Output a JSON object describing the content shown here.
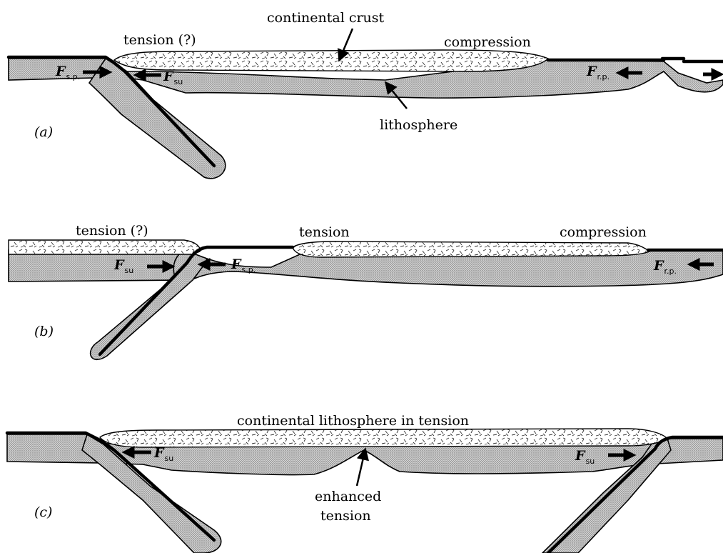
{
  "panels": {
    "a": {
      "label": "(a)",
      "texts": {
        "tension_q": "tension (?)",
        "continental_crust": "continental crust",
        "compression": "compression",
        "lithosphere": "lithosphere"
      },
      "forces": [
        {
          "main": "F",
          "sub": "s.p."
        },
        {
          "main": "F",
          "sub": "su"
        },
        {
          "main": "F",
          "sub": "r.p."
        }
      ]
    },
    "b": {
      "label": "(b)",
      "texts": {
        "tension_q": "tension (?)",
        "tension": "tension",
        "compression": "compression"
      },
      "forces": [
        {
          "main": "F",
          "sub": "su"
        },
        {
          "main": "F",
          "sub": "s.p."
        },
        {
          "main": "F",
          "sub": "r.p."
        }
      ]
    },
    "c": {
      "label": "(c)",
      "texts": {
        "continental_lithosphere_tension": "continental lithosphere in tension",
        "enhanced": "enhanced",
        "tension": "tension"
      },
      "forces": [
        {
          "main": "F",
          "sub": "su"
        },
        {
          "main": "F",
          "sub": "su"
        }
      ]
    }
  },
  "colors": {
    "ink": "#000000",
    "stipple": "#b8b8b8",
    "background": "#ffffff"
  }
}
